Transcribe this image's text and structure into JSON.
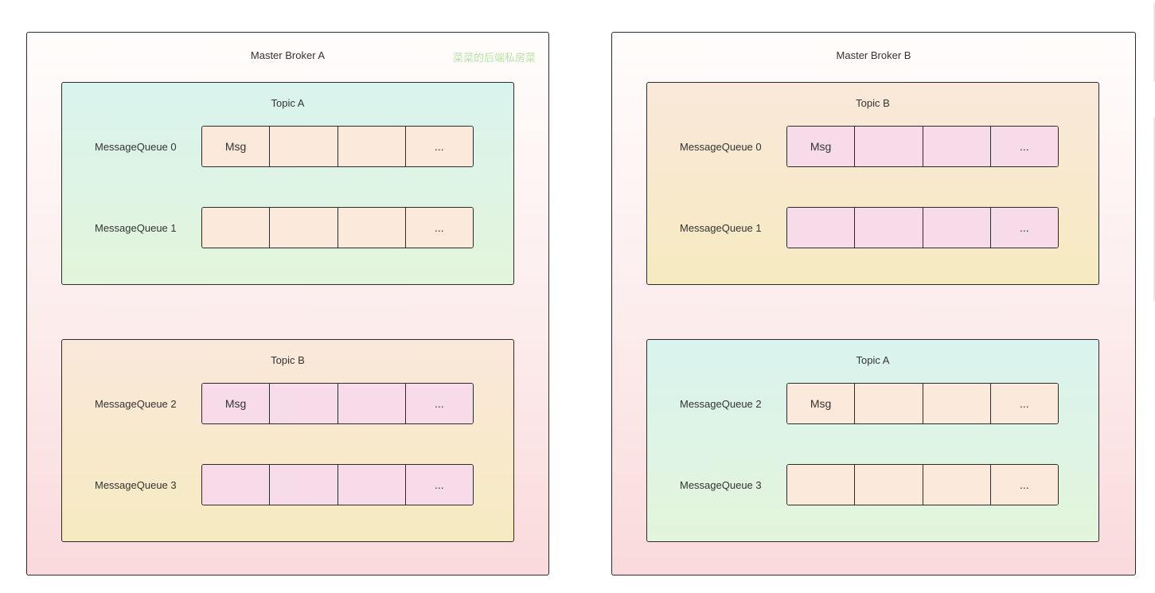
{
  "brokers": [
    {
      "title": "Master Broker A",
      "watermark": "菜菜的后端私房菜",
      "topics": [
        {
          "title": "Topic A",
          "queues": [
            {
              "label": "MessageQueue 0",
              "cells": [
                "Msg",
                "",
                "",
                "..."
              ]
            },
            {
              "label": "MessageQueue 1",
              "cells": [
                "",
                "",
                "",
                "..."
              ]
            }
          ]
        },
        {
          "title": "Topic B",
          "queues": [
            {
              "label": "MessageQueue 2",
              "cells": [
                "Msg",
                "",
                "",
                "..."
              ]
            },
            {
              "label": "MessageQueue 3",
              "cells": [
                "",
                "",
                "",
                "..."
              ]
            }
          ]
        }
      ]
    },
    {
      "title": "Master Broker B",
      "topics": [
        {
          "title": "Topic B",
          "queues": [
            {
              "label": "MessageQueue 0",
              "cells": [
                "Msg",
                "",
                "",
                "..."
              ]
            },
            {
              "label": "MessageQueue 1",
              "cells": [
                "",
                "",
                "",
                "..."
              ]
            }
          ]
        },
        {
          "title": "Topic A",
          "queues": [
            {
              "label": "MessageQueue 2",
              "cells": [
                "Msg",
                "",
                "",
                "..."
              ]
            },
            {
              "label": "MessageQueue 3",
              "cells": [
                "",
                "",
                "",
                "..."
              ]
            }
          ]
        }
      ]
    }
  ],
  "colors": {
    "topic_a_fill": "#dcf3ec",
    "topic_b_fill": "#f8e9d0",
    "topic_a_queue_cell": "#fbe9db",
    "topic_b_queue_cell": "#f8dbe9",
    "broker_fill": "#fce8e8",
    "watermark": "#b8e2a8"
  }
}
